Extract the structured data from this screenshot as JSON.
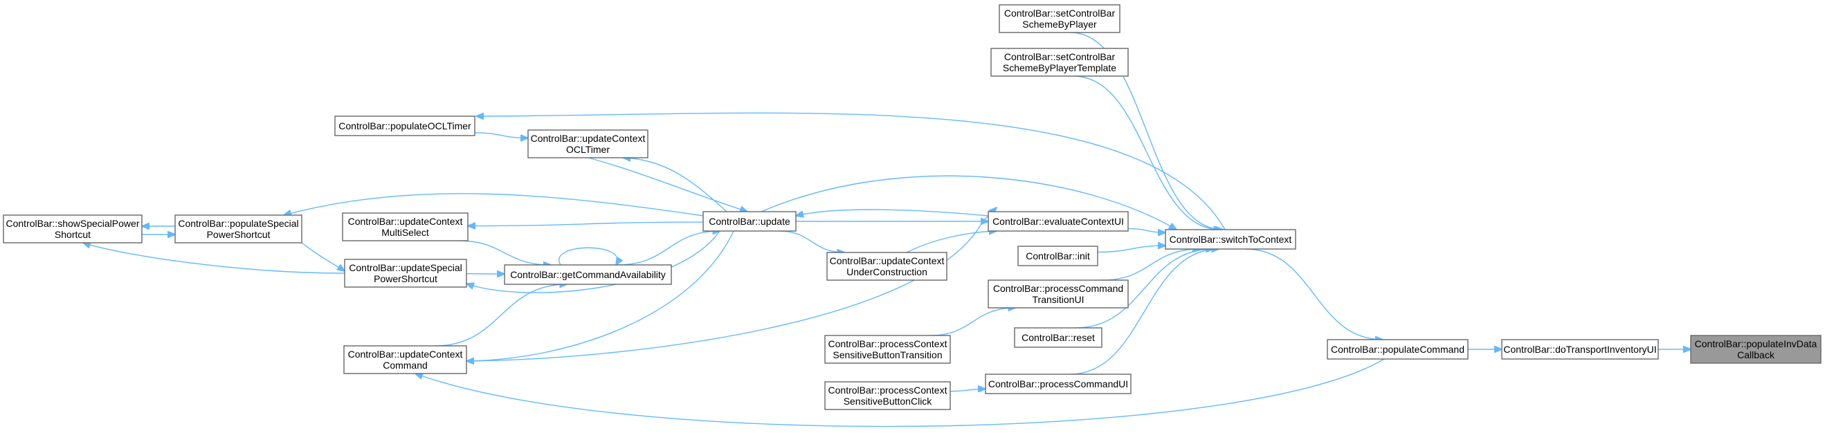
{
  "nodes": {
    "populateInvDataCallback": [
      "ControlBar::populateInvData",
      "Callback"
    ],
    "doTransportInventoryUI": [
      "ControlBar::doTransportInventoryUI"
    ],
    "populateCommand": [
      "ControlBar::populateCommand"
    ],
    "switchToContext": [
      "ControlBar::switchToContext"
    ],
    "setControlBarSchemeByPlayer": [
      "ControlBar::setControlBar",
      "SchemeByPlayer"
    ],
    "setControlBarSchemeByPlayerTemplate": [
      "ControlBar::setControlBar",
      "SchemeByPlayerTemplate"
    ],
    "evaluateContextUI": [
      "ControlBar::evaluateContextUI"
    ],
    "init": [
      "ControlBar::init"
    ],
    "processCommandTransitionUI": [
      "ControlBar::processCommand",
      "TransitionUI"
    ],
    "reset": [
      "ControlBar::reset"
    ],
    "processCommandUI": [
      "ControlBar::processCommandUI"
    ],
    "processContextSensitiveButtonTransition": [
      "ControlBar::processContext",
      "SensitiveButtonTransition"
    ],
    "processContextSensitiveButtonClick": [
      "ControlBar::processContext",
      "SensitiveButtonClick"
    ],
    "update": [
      "ControlBar::update"
    ],
    "updateContextUnderConstruction": [
      "ControlBar::updateContext",
      "UnderConstruction"
    ],
    "updateContextOCLTimer": [
      "ControlBar::updateContext",
      "OCLTimer"
    ],
    "populateOCLTimer": [
      "ControlBar::populateOCLTimer"
    ],
    "updateContextMultiSelect": [
      "ControlBar::updateContext",
      "MultiSelect"
    ],
    "getCommandAvailability": [
      "ControlBar::getCommandAvailability"
    ],
    "populateSpecialPowerShortcut": [
      "ControlBar::populateSpecial",
      "PowerShortcut"
    ],
    "showSpecialPowerShortcut": [
      "ControlBar::showSpecialPower",
      "Shortcut"
    ],
    "updateSpecialPowerShortcut": [
      "ControlBar::updateSpecial",
      "PowerShortcut"
    ],
    "updateContextCommand": [
      "ControlBar::updateContext",
      "Command"
    ]
  },
  "highlighted_node": "populateInvDataCallback",
  "colors": {
    "edge": "#63b8ff",
    "node_border": "#666666",
    "node_fill": "#ffffff",
    "highlight_fill": "#999999"
  },
  "edges": [
    [
      "doTransportInventoryUI",
      "populateInvDataCallback"
    ],
    [
      "populateCommand",
      "doTransportInventoryUI"
    ],
    [
      "switchToContext",
      "populateCommand"
    ],
    [
      "setControlBarSchemeByPlayer",
      "switchToContext"
    ],
    [
      "setControlBarSchemeByPlayerTemplate",
      "switchToContext"
    ],
    [
      "evaluateContextUI",
      "switchToContext"
    ],
    [
      "init",
      "switchToContext"
    ],
    [
      "processCommandTransitionUI",
      "switchToContext"
    ],
    [
      "reset",
      "switchToContext"
    ],
    [
      "processCommandUI",
      "switchToContext"
    ],
    [
      "update",
      "switchToContext"
    ],
    [
      "switchToContext",
      "populateOCLTimer"
    ],
    [
      "update",
      "evaluateContextUI"
    ],
    [
      "evaluateContextUI",
      "update"
    ],
    [
      "updateContextUnderConstruction",
      "evaluateContextUI"
    ],
    [
      "updateContextCommand",
      "evaluateContextUI"
    ],
    [
      "processContextSensitiveButtonTransition",
      "processCommandTransitionUI"
    ],
    [
      "processContextSensitiveButtonClick",
      "processCommandUI"
    ],
    [
      "update",
      "updateContextUnderConstruction"
    ],
    [
      "update",
      "updateContextOCLTimer"
    ],
    [
      "updateContextOCLTimer",
      "update"
    ],
    [
      "populateOCLTimer",
      "updateContextOCLTimer"
    ],
    [
      "update",
      "updateContextMultiSelect"
    ],
    [
      "update",
      "populateSpecialPowerShortcut"
    ],
    [
      "getCommandAvailability",
      "update"
    ],
    [
      "update",
      "updateSpecialPowerShortcut"
    ],
    [
      "update",
      "updateContextCommand"
    ],
    [
      "getCommandAvailability",
      "getCommandAvailability"
    ],
    [
      "updateContextMultiSelect",
      "getCommandAvailability"
    ],
    [
      "updateSpecialPowerShortcut",
      "getCommandAvailability"
    ],
    [
      "updateContextCommand",
      "getCommandAvailability"
    ],
    [
      "populateSpecialPowerShortcut",
      "showSpecialPowerShortcut"
    ],
    [
      "showSpecialPowerShortcut",
      "populateSpecialPowerShortcut"
    ],
    [
      "populateSpecialPowerShortcut",
      "updateSpecialPowerShortcut"
    ],
    [
      "updateSpecialPowerShortcut",
      "showSpecialPowerShortcut"
    ],
    [
      "populateCommand",
      "updateContextCommand"
    ]
  ]
}
